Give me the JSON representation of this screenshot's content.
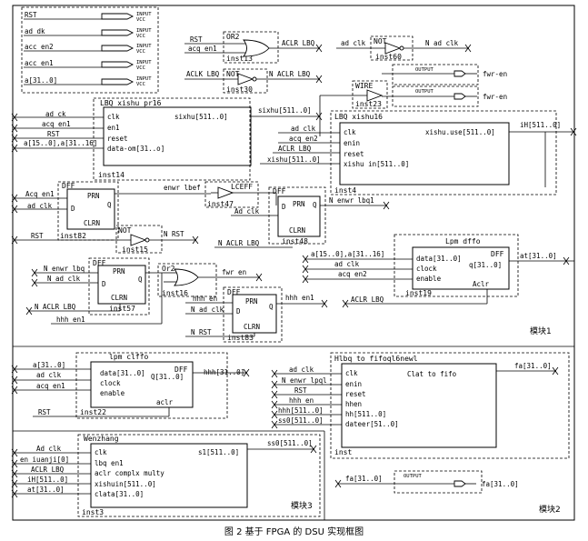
{
  "caption": "图 2   基于 FPGA 的 DSU 实现框图",
  "modules": {
    "m1": "模块1",
    "m2": "模块2",
    "m3": "模块3"
  },
  "inputs_left": [
    {
      "name": "RST"
    },
    {
      "name": "ad dk"
    },
    {
      "name": "acc en2"
    },
    {
      "name": "acc en1"
    },
    {
      "name": "a[31..0]"
    }
  ],
  "input_tag": {
    "title": "INPUT",
    "sub": "VCC"
  },
  "output_tag": {
    "title": "OUTPUT"
  },
  "or2": {
    "title": "OR2",
    "inst": "inst13",
    "in1": "RST",
    "in2": "acq en1",
    "out": "ACLR LBQ"
  },
  "not_top": {
    "title": "NOT",
    "inst": "inst30",
    "in": "ACLK LBQ",
    "out": "N ACLR LBQ"
  },
  "not_clk": {
    "title": "NOT",
    "inst": "inst60",
    "in": "ad clk",
    "out": "N ad clk"
  },
  "out_fwr": {
    "label": "fwr-en"
  },
  "out_fwr2": {
    "label": "fwr-en"
  },
  "wire": {
    "title": "WIRE",
    "inst": "inst23"
  },
  "xishu": {
    "title": "LBQ xishu pr16",
    "inst": "inst14",
    "pins_in": [
      "clk",
      "en1",
      "reset",
      "data-om[31..o]"
    ],
    "pin_out": "sixhu[511..0]",
    "in_labels": [
      "ad ck",
      "acq en1",
      "RST",
      "a[15..0],a[31..16]"
    ],
    "out_label": "sixhu[511..0]"
  },
  "lbq16": {
    "title": "LBQ xishu16",
    "inst": "inst4",
    "pins_in": [
      "clk",
      "enin",
      "reset",
      "xishu in[511..0]"
    ],
    "pin_out": "xishu.use[511..0]",
    "in_labels": [
      "ad clk",
      "acq en2",
      "ACLR LBQ",
      "xishu[511..0]"
    ],
    "out_label": "iH[511..0]"
  },
  "dff1": {
    "title": "DFF",
    "inst": "inst82",
    "in_labels": [
      "Acq en1",
      "ad clk"
    ],
    "out": "enwr lbef",
    "pins": [
      "PRN",
      "D",
      "Q",
      "CLRN"
    ]
  },
  "lceff": {
    "title": "LCEFF",
    "inst": "inst47"
  },
  "dff2": {
    "title": "DFF",
    "inst": "inst48",
    "clk": "Ad clk",
    "out": "N enwr lbq1",
    "pins": [
      "PRN",
      "D",
      "Q",
      "CLRN"
    ]
  },
  "not_rst": {
    "title": "NOT",
    "inst": "inst15",
    "in": "RST",
    "out": "N RST"
  },
  "naclr": {
    "label": "N ACLR LBQ"
  },
  "dff3": {
    "title": "DFF",
    "inst": "inst57",
    "in_labels": [
      "N enwr lbq",
      "N ad clk"
    ],
    "clr": "N ACLR LBQ",
    "out2": "hhh en1",
    "pins": [
      "PRN",
      "D",
      "Q",
      "CLRN"
    ]
  },
  "or2b": {
    "title": "Or2",
    "inst": "inst16",
    "out": "fwr en"
  },
  "dff4": {
    "title": "DFF",
    "inst": "inst83",
    "in_labels": [
      "hhh en",
      "N ad clk"
    ],
    "out": "hhh en1",
    "clr": "N RST",
    "pins": [
      "PRN",
      "D",
      "Q",
      "CLRN"
    ]
  },
  "lpmdffo": {
    "title": "Lpm dffo",
    "inst": "inst19",
    "tag": "DFF",
    "pins_in": [
      "data[31..0]",
      "clock",
      "enable"
    ],
    "pin_out": "q[31..0]",
    "pin_bottom": "Aclr",
    "in_labels": [
      "a[15..0],a[31..16]",
      "ad clk",
      "acq en2"
    ],
    "out_label": "at[31..0]",
    "clr_label": "ACLR LBQ"
  },
  "lpmclffo": {
    "title": "lpm clffo",
    "inst": "inst22",
    "tag": "DFF",
    "pins_in": [
      "data[31..0]",
      "clock",
      "enable"
    ],
    "pin_out": "Q[31..0]",
    "pin_bottom": "aclr",
    "in_labels": [
      "a[31..0]",
      "ad clk",
      "acq en1"
    ],
    "out_label": "hhh[31..0]",
    "clr_label": "RST"
  },
  "fifo": {
    "title": "Hlbq to fifoql6newl",
    "inst": "inst",
    "pins_in": [
      "clk",
      "enin",
      "reset",
      "hhen",
      "hh[511..0]",
      "dateer[51..0]"
    ],
    "pin_out": "Clat to fifo",
    "in_labels": [
      "ad clk",
      "N enwr lpql",
      "RST",
      "hhh en",
      "hhh[511..0]",
      "ss0[511..0]"
    ],
    "out_label": "fa[31..0]"
  },
  "wenzhang": {
    "title": "Wenzhang",
    "inst": "inst3",
    "pins_in": [
      "clk",
      "lbq en1",
      "aclr complx multy",
      "xishuin[511..0]",
      "clata[31..0]"
    ],
    "pin_out": "s1[511..0]",
    "in_labels": [
      "Ad clk",
      "en iuanji[0]",
      "ACLR LBQ",
      "iH[511..0]",
      "at[31..0]"
    ],
    "out_label": "ss0[511..0]"
  },
  "out_fa": {
    "in": "fa[31..0]",
    "out": "fa[31..0]"
  }
}
